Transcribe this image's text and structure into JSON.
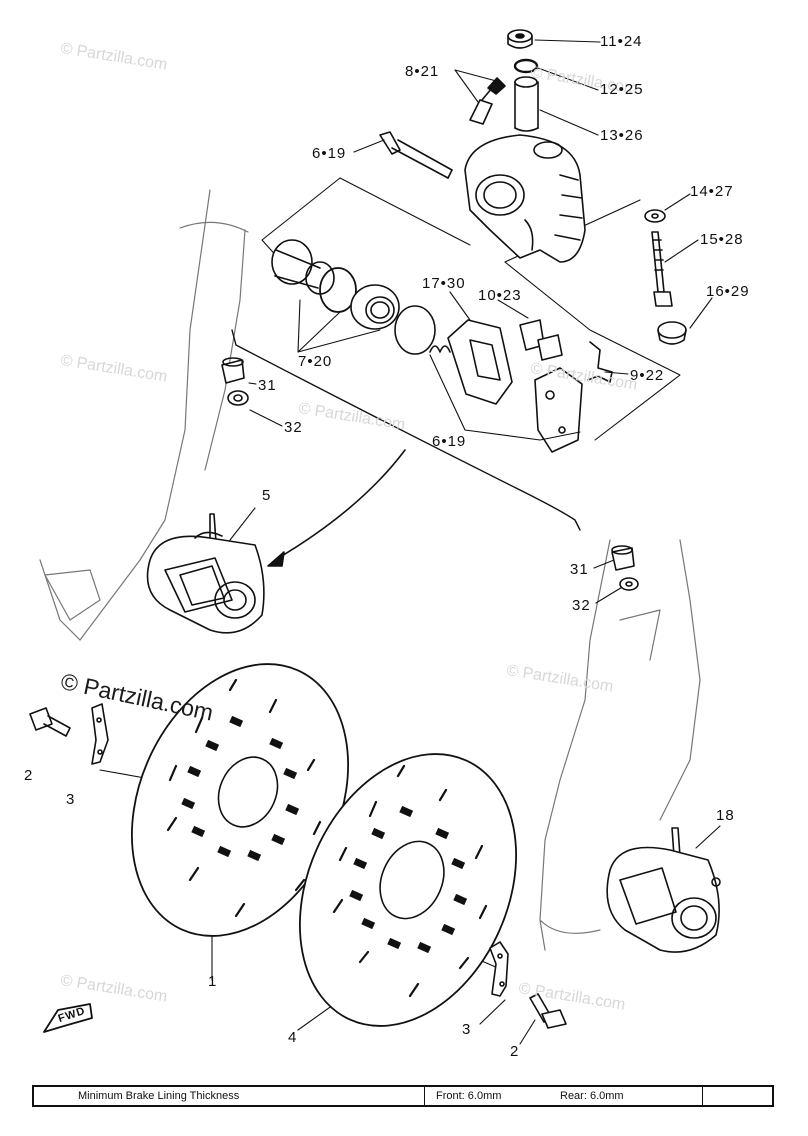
{
  "watermarks": {
    "main": "© Partzilla.com",
    "faint": [
      "© Partzilla.com",
      "© Partzilla.com",
      "© Partzilla.com",
      "© Partzilla.com",
      "© Partzilla.com",
      "© Partzilla.com",
      "© Partzilla.com",
      "© Partzilla.com"
    ]
  },
  "callouts": {
    "c1124": "11•24",
    "c821": "8•21",
    "c1225": "12•25",
    "c1326": "13•26",
    "c619a": "6•19",
    "c1427": "14•27",
    "c1528": "15•28",
    "c1730": "17•30",
    "c1023": "10•23",
    "c1629": "16•29",
    "c720": "7•20",
    "c922": "9•22",
    "c31a": "31",
    "c32a": "32",
    "c619b": "6•19",
    "c5": "5",
    "c31b": "31",
    "c32b": "32",
    "c2a": "2",
    "c3a": "3",
    "c18": "18",
    "c1": "1",
    "c4": "4",
    "c3b": "3",
    "c2b": "2",
    "fwd": "FWD"
  },
  "spec": {
    "label": "Minimum Brake Lining Thickness",
    "front": "Front: 6.0mm",
    "rear": "Rear: 6.0mm"
  }
}
